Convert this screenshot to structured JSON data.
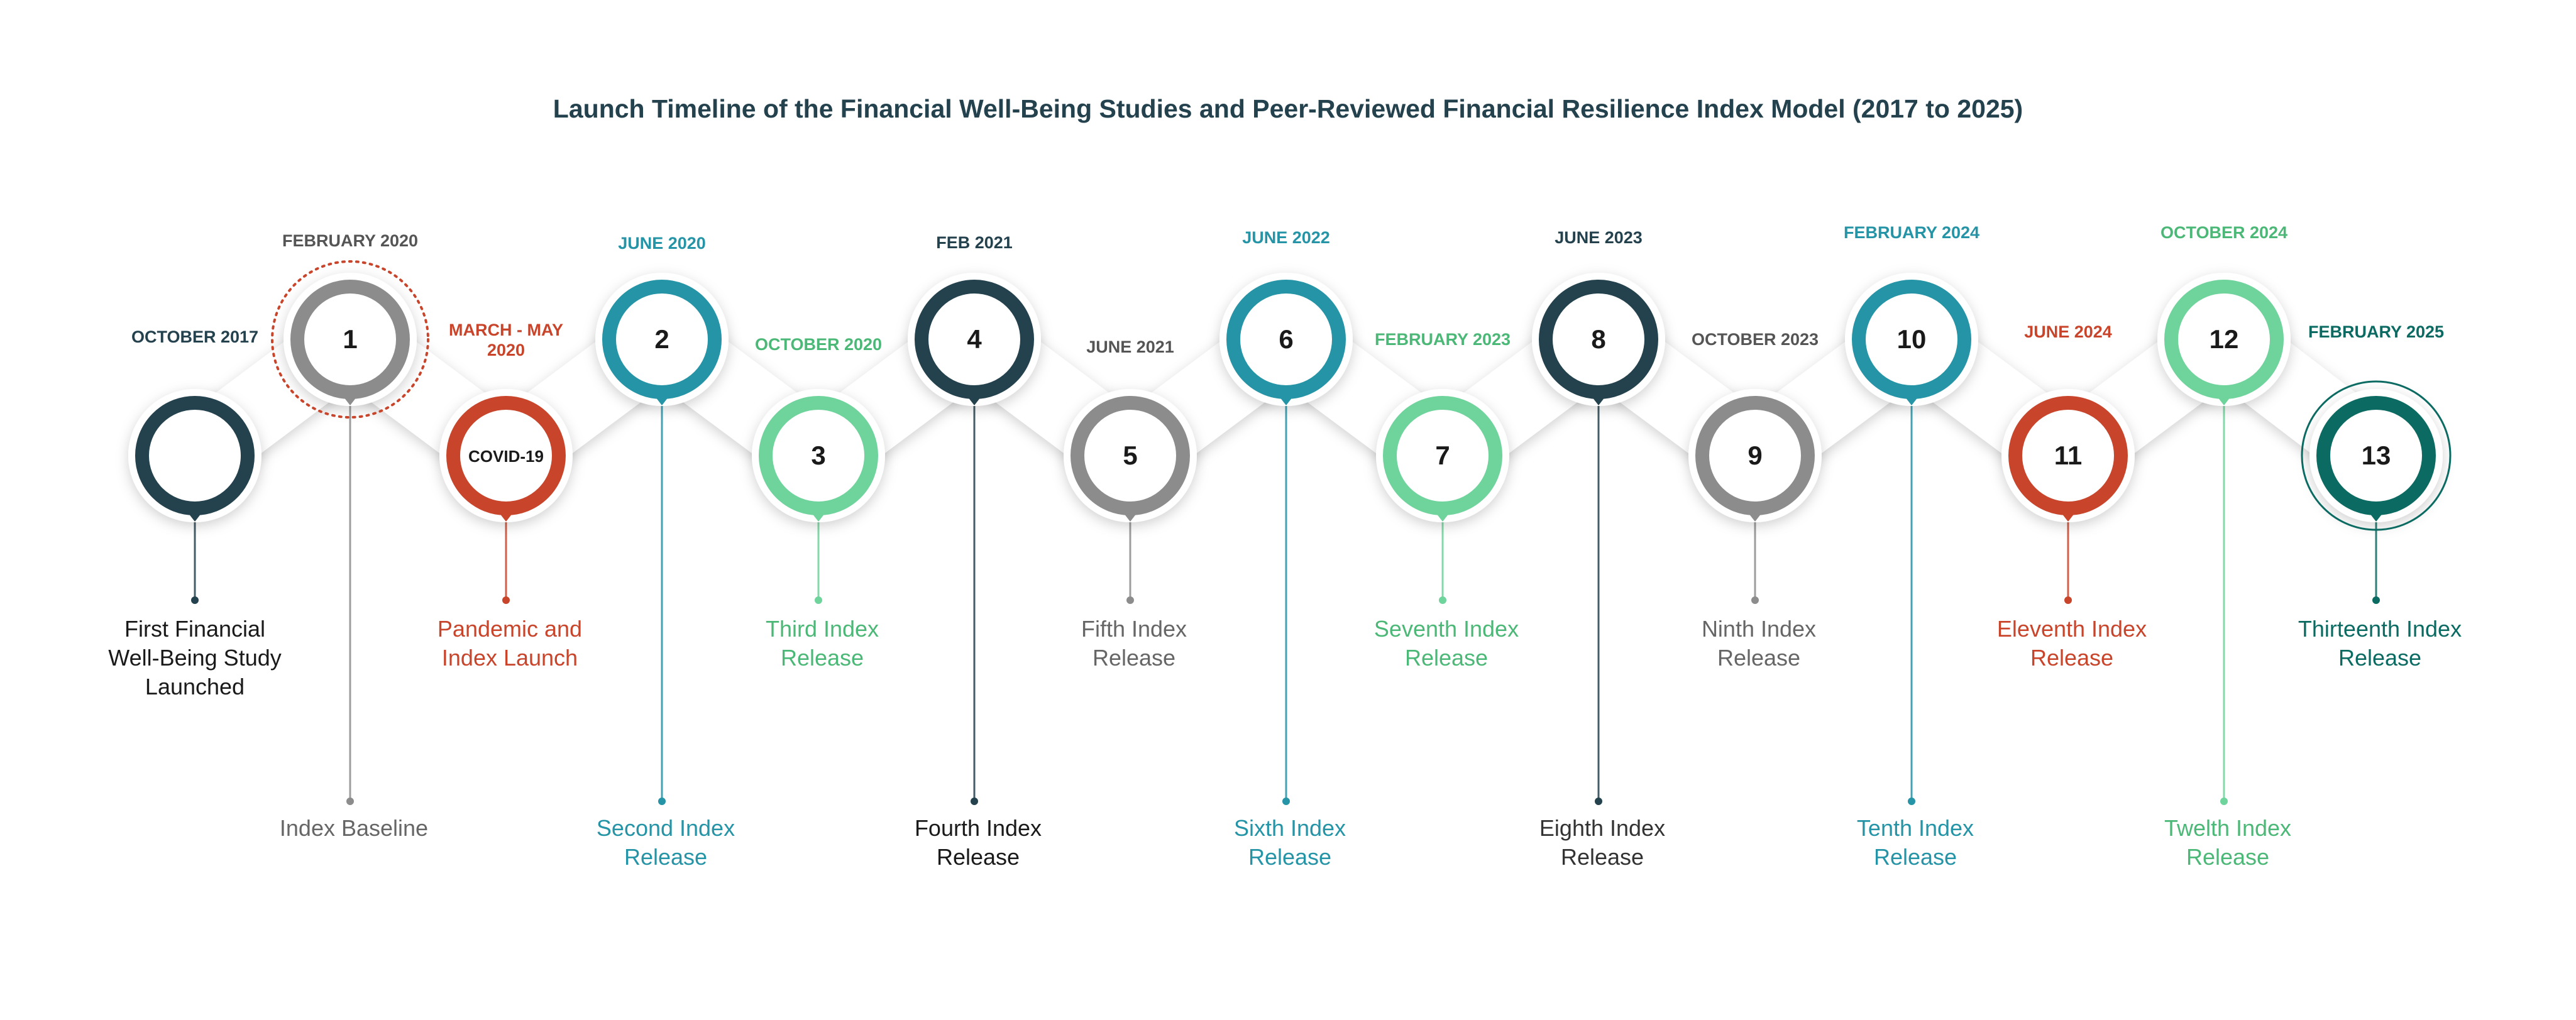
{
  "title": "Launch Timeline of the Financial Well-Being Studies and Peer-Reviewed Financial Resilience Index Model (2017 to 2025)",
  "colors": {
    "navy": "#24414e",
    "grey": "#8c8c8c",
    "red": "#c8452b",
    "teal": "#2494a6",
    "green": "#6fd39c",
    "darkteal": "#0b6b62"
  },
  "events": [
    {
      "number": "",
      "date": "OCTOBER 2017",
      "label": [
        "First Financial",
        "Well-Being Study",
        "Launched"
      ],
      "color": "navy",
      "label_color": "#1a1a1a",
      "date_color": "#24414e",
      "row": "low",
      "icon": "empty-circle-icon"
    },
    {
      "number": "1",
      "date": "FEBRUARY 2020",
      "label": [
        "Index Baseline"
      ],
      "color": "grey",
      "label_color": "#666666",
      "date_color": "#555555",
      "row": "high",
      "icon": "dotted-ring-icon"
    },
    {
      "number": "COVID-19",
      "date": "MARCH - MAY 2020",
      "label": [
        "Pandemic and",
        "Index Launch"
      ],
      "color": "red",
      "label_color": "#c8452b",
      "date_color": "#c8452b",
      "row": "low",
      "icon": ""
    },
    {
      "number": "2",
      "date": "JUNE 2020",
      "label": [
        "Second Index",
        "Release"
      ],
      "color": "teal",
      "label_color": "#2494a6",
      "date_color": "#2494a6",
      "row": "high",
      "icon": ""
    },
    {
      "number": "3",
      "date": "OCTOBER 2020",
      "label": [
        "Third Index",
        "Release"
      ],
      "color": "green",
      "label_color": "#4cb877",
      "date_color": "#4cb877",
      "row": "low",
      "icon": ""
    },
    {
      "number": "4",
      "date": "FEB 2021",
      "label": [
        "Fourth Index",
        "Release"
      ],
      "color": "navy",
      "label_color": "#1a1a1a",
      "date_color": "#24414e",
      "row": "high",
      "icon": ""
    },
    {
      "number": "5",
      "date": "JUNE 2021",
      "label": [
        "Fifth Index",
        "Release"
      ],
      "color": "grey",
      "label_color": "#666666",
      "date_color": "#555555",
      "row": "low",
      "icon": ""
    },
    {
      "number": "6",
      "date": "JUNE 2022",
      "label": [
        "Sixth Index",
        "Release"
      ],
      "color": "teal",
      "label_color": "#2494a6",
      "date_color": "#2494a6",
      "row": "high",
      "icon": ""
    },
    {
      "number": "7",
      "date": "FEBRUARY 2023",
      "label": [
        "Seventh Index",
        "Release"
      ],
      "color": "green",
      "label_color": "#4cb877",
      "date_color": "#4cb877",
      "row": "low",
      "icon": ""
    },
    {
      "number": "8",
      "date": "JUNE 2023",
      "label": [
        "Eighth Index",
        "Release"
      ],
      "color": "navy",
      "label_color": "#333333",
      "date_color": "#24414e",
      "row": "high",
      "icon": ""
    },
    {
      "number": "9",
      "date": "OCTOBER 2023",
      "label": [
        "Ninth Index",
        "Release"
      ],
      "color": "grey",
      "label_color": "#666666",
      "date_color": "#555555",
      "row": "low",
      "icon": ""
    },
    {
      "number": "10",
      "date": "FEBRUARY 2024",
      "label": [
        "Tenth Index",
        "Release"
      ],
      "color": "teal",
      "label_color": "#2494a6",
      "date_color": "#2494a6",
      "row": "high",
      "icon": ""
    },
    {
      "number": "11",
      "date": "JUNE 2024",
      "label": [
        "Eleventh Index",
        "Release"
      ],
      "color": "red",
      "label_color": "#c8452b",
      "date_color": "#c8452b",
      "row": "low",
      "icon": ""
    },
    {
      "number": "12",
      "date": "OCTOBER 2024",
      "label": [
        "Twelth Index",
        "Release"
      ],
      "color": "green",
      "label_color": "#4cb877",
      "date_color": "#4cb877",
      "row": "high",
      "icon": ""
    },
    {
      "number": "13",
      "date": "FEBRUARY 2025",
      "label": [
        "Thirteenth Index",
        "Release"
      ],
      "color": "darkteal",
      "label_color": "#0b6b62",
      "date_color": "#0b6b62",
      "row": "low",
      "icon": "outer-ring-icon"
    }
  ]
}
